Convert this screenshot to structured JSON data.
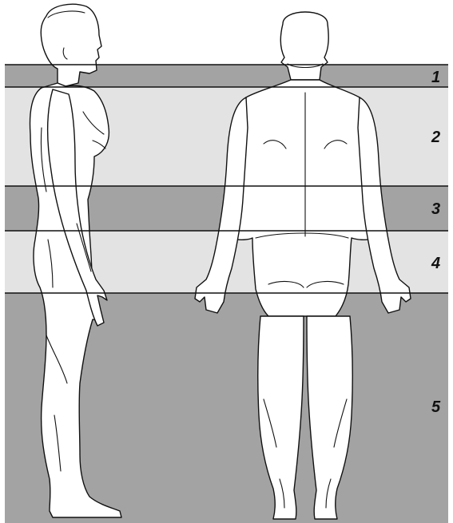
{
  "zones": [
    {
      "label": "1",
      "color": "#a3a3a3"
    },
    {
      "label": "2",
      "color": "#e3e3e3"
    },
    {
      "label": "3",
      "color": "#a3a3a3"
    },
    {
      "label": "4",
      "color": "#e3e3e3"
    },
    {
      "label": "5",
      "color": "#a3a3a3"
    }
  ],
  "figures": [
    "side-view-figure",
    "back-view-figure"
  ]
}
